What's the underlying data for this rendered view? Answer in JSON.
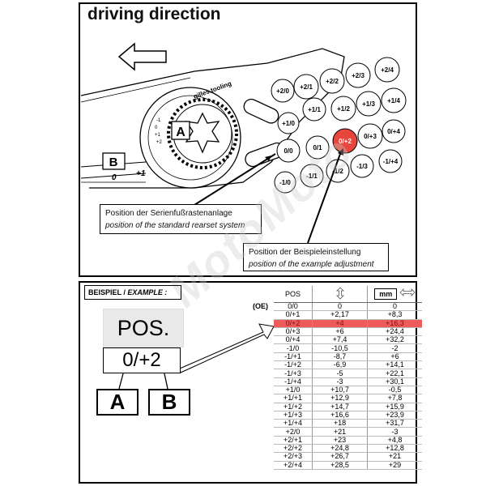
{
  "title": "driving direction",
  "brand_text": "gilles.tooling",
  "watermark": "MotoMoto",
  "label_a": "A",
  "label_b": "B",
  "ring_ticks": [
    "-1",
    "0",
    "+1",
    "+2"
  ],
  "scale_ticks": [
    "0",
    "+1"
  ],
  "position_bubbles": [
    {
      "label": "+2/1",
      "hl": false
    },
    {
      "label": "+2/2",
      "hl": false
    },
    {
      "label": "+2/3",
      "hl": false
    },
    {
      "label": "+2/4",
      "hl": false
    },
    {
      "label": "+2/0",
      "hl": false
    },
    {
      "label": "+1/1",
      "hl": false
    },
    {
      "label": "+1/2",
      "hl": false
    },
    {
      "label": "+1/3",
      "hl": false
    },
    {
      "label": "+1/4",
      "hl": false
    },
    {
      "label": "+1/0",
      "hl": false
    },
    {
      "label": "0/0",
      "hl": false
    },
    {
      "label": "0/1",
      "hl": false
    },
    {
      "label": "0/+2",
      "hl": true
    },
    {
      "label": "0/+3",
      "hl": false
    },
    {
      "label": "0/+4",
      "hl": false
    },
    {
      "label": "-1/0",
      "hl": false
    },
    {
      "label": "-1/1",
      "hl": false
    },
    {
      "label": "-1/2",
      "hl": false
    },
    {
      "label": "-1/3",
      "hl": false
    },
    {
      "label": "-1/+4",
      "hl": false
    }
  ],
  "callout_standard": {
    "de": "Position der Serienfußrastenanlage",
    "en": "position of the standard rearset system"
  },
  "callout_example": {
    "de": "Position der Beispieleinstellung",
    "en": "position of the example adjustment"
  },
  "example": {
    "header_de": "BEISPIEL / ",
    "header_en": "EXAMPLE :",
    "pos_label": "POS.",
    "pos_value": "0/+2",
    "a": "A",
    "b": "B"
  },
  "table": {
    "oe_label": "(OE)",
    "col_pos": "POS",
    "col_mm": "mm",
    "highlight_row": 2,
    "rows": [
      [
        "0/0",
        "0",
        "0"
      ],
      [
        "0/+1",
        "+2,17",
        "+8,3"
      ],
      [
        "0/+2",
        "+4",
        "+16,3"
      ],
      [
        "0/+3",
        "+6",
        "+24,4"
      ],
      [
        "0/+4",
        "+7,4",
        "+32,2"
      ],
      [
        "-1/0",
        "-10,5",
        "-2"
      ],
      [
        "-1/+1",
        "-8,7",
        "+6"
      ],
      [
        "-1/+2",
        "-6,9",
        "+14,1"
      ],
      [
        "-1/+3",
        "-5",
        "+22,1"
      ],
      [
        "-1/+4",
        "-3",
        "+30,1"
      ],
      [
        "+1/0",
        "+10,7",
        "-0,5"
      ],
      [
        "+1/+1",
        "+12,9",
        "+7,8"
      ],
      [
        "+1/+2",
        "+14,7",
        "+15,9"
      ],
      [
        "+1/+3",
        "+16,6",
        "+23,9"
      ],
      [
        "+1/+4",
        "+18",
        "+31,7"
      ],
      [
        "+2/0",
        "+21",
        "-3"
      ],
      [
        "+2/+1",
        "+23",
        "+4,8"
      ],
      [
        "+2/+2",
        "+24,8",
        "+12,8"
      ],
      [
        "+2/+3",
        "+26,7",
        "+21"
      ],
      [
        "+2/+4",
        "+28,5",
        "+29"
      ]
    ]
  }
}
